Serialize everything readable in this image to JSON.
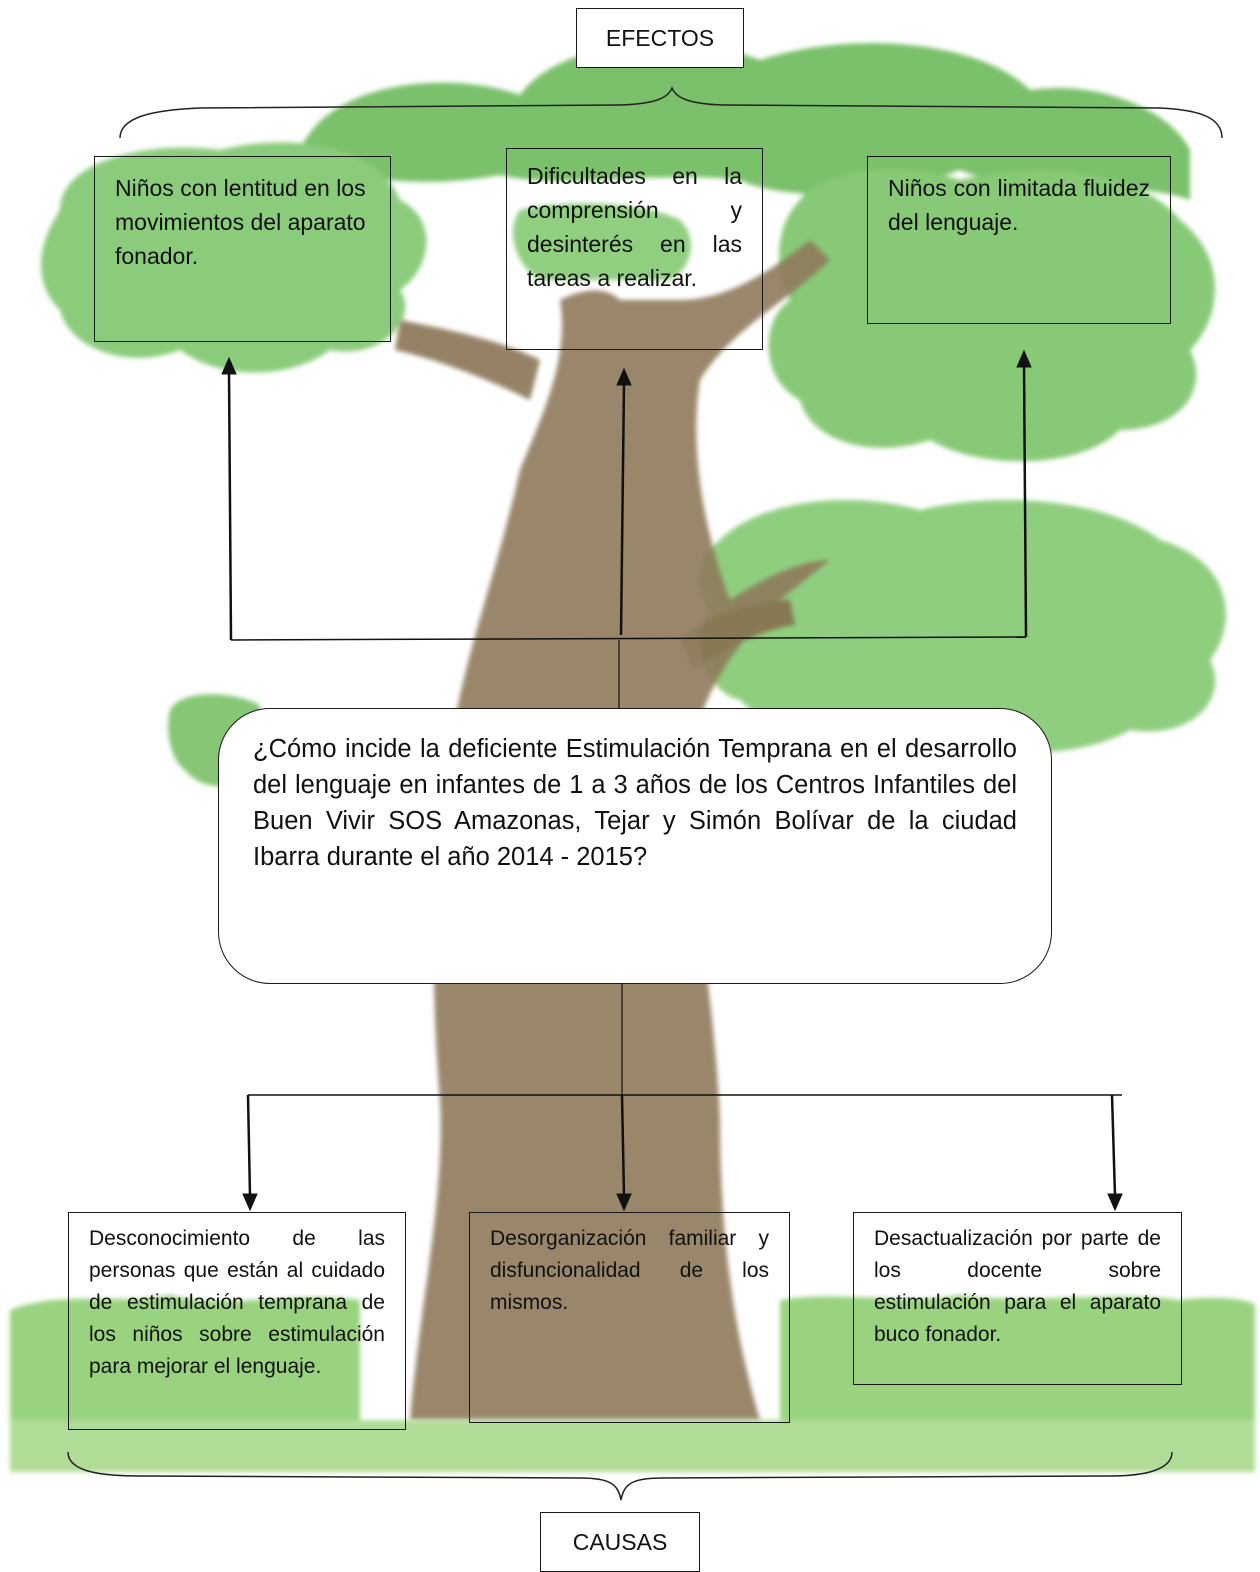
{
  "diagram": {
    "type": "problem-tree",
    "top_label": "EFECTOS",
    "bottom_label": "CAUSAS",
    "effects": [
      "Niños con  lentitud en los movimientos del aparato fonador.",
      "Dificultades en la comprensión y desinterés en las tareas a realizar.",
      "Niños con   limitada fluidez del lenguaje."
    ],
    "problem": "¿Cómo incide la deficiente Estimulación Temprana en el desarrollo del lenguaje  en infantes de 1 a 3 años de los Centros Infantiles del Buen Vivir SOS Amazonas, Tejar y Simón Bolívar de la ciudad Ibarra durante el año  2014 - 2015?",
    "causes": [
      "Desconocimiento de las personas que están al cuidado de estimulación temprana de los niños sobre estimulación para mejorar el lenguaje.",
      "Desorganización familiar y disfuncionalidad de los mismos.",
      "Desactualización por parte de los docente sobre estimulación para el aparato buco fonador."
    ],
    "colors": {
      "foliage": "#7cc26a",
      "foliage_dark": "#5aa84a",
      "trunk": "#8f7a5c",
      "grass": "#8fcf72",
      "ground": "#a8d98c"
    }
  }
}
